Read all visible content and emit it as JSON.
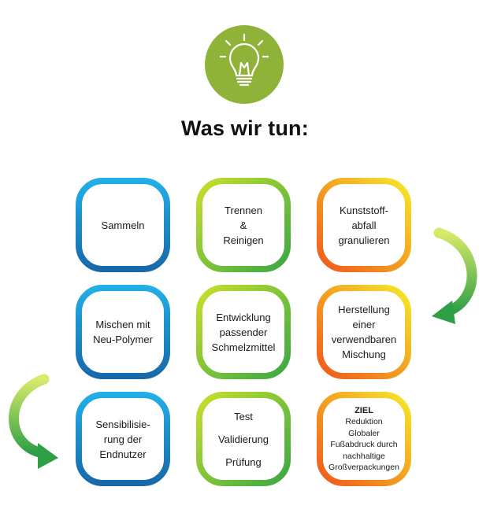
{
  "title": "Was wir tun:",
  "icon": "lightbulb-icon",
  "colors": {
    "icon_circle": "#8fb339",
    "blue": "#1fa3df",
    "blue_dark": "#1769aa",
    "green_light": "#b9dc2c",
    "green": "#4caf50",
    "orange": "#f26a1b",
    "yellow": "#f4e62a"
  },
  "steps": [
    {
      "row": 1,
      "col": 1,
      "lines": [
        "Sammeln"
      ],
      "style": "blue"
    },
    {
      "row": 1,
      "col": 2,
      "lines": [
        "Trennen",
        "&",
        "Reinigen"
      ],
      "style": "green"
    },
    {
      "row": 1,
      "col": 3,
      "lines": [
        "Kunststoff-",
        "abfall",
        "granulieren"
      ],
      "style": "orange"
    },
    {
      "row": 2,
      "col": 3,
      "lines": [
        "Herstellung",
        "einer",
        "verwendbaren",
        "Mischung"
      ],
      "style": "orange"
    },
    {
      "row": 2,
      "col": 2,
      "lines": [
        "Entwicklung",
        "passender",
        "Schmelzmittel"
      ],
      "style": "green"
    },
    {
      "row": 2,
      "col": 1,
      "lines": [
        "Mischen mit",
        "Neu-Polymer"
      ],
      "style": "blue"
    },
    {
      "row": 3,
      "col": 1,
      "lines": [
        "Sensibilisie-",
        "rung der",
        "Endnutzer"
      ],
      "style": "blue"
    },
    {
      "row": 3,
      "col": 2,
      "lines": [
        "Test",
        "Validierung",
        "Prüfung"
      ],
      "style": "green"
    },
    {
      "row": 3,
      "col": 3,
      "heading": "ZIEL",
      "lines": [
        "Reduktion",
        "Globaler",
        "Fußabdruck durch",
        "nachhaltige",
        "Großverpackungen"
      ],
      "style": "orange"
    }
  ]
}
